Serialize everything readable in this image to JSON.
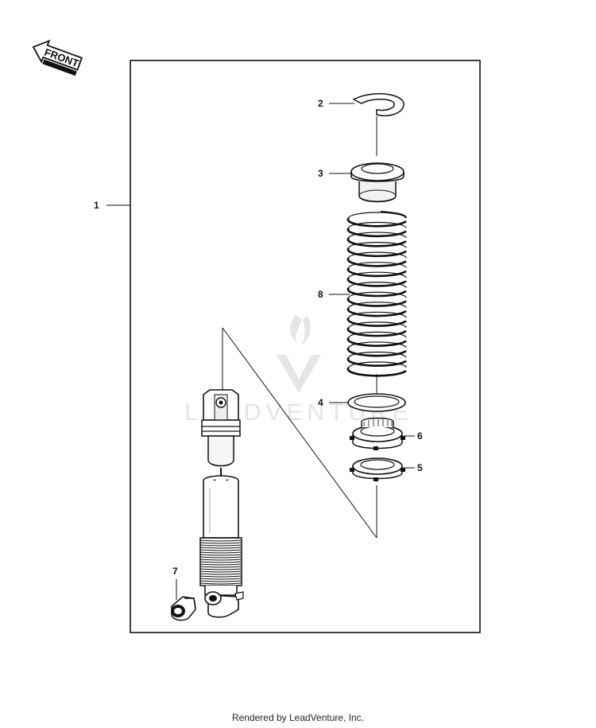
{
  "front_arrow": {
    "label": "FRONT"
  },
  "callouts": [
    "1",
    "2",
    "3",
    "4",
    "5",
    "6",
    "7",
    "8"
  ],
  "watermark": {
    "text": "LEADVENTURE"
  },
  "footer": {
    "text": "Rendered by LeadVenture, Inc."
  }
}
